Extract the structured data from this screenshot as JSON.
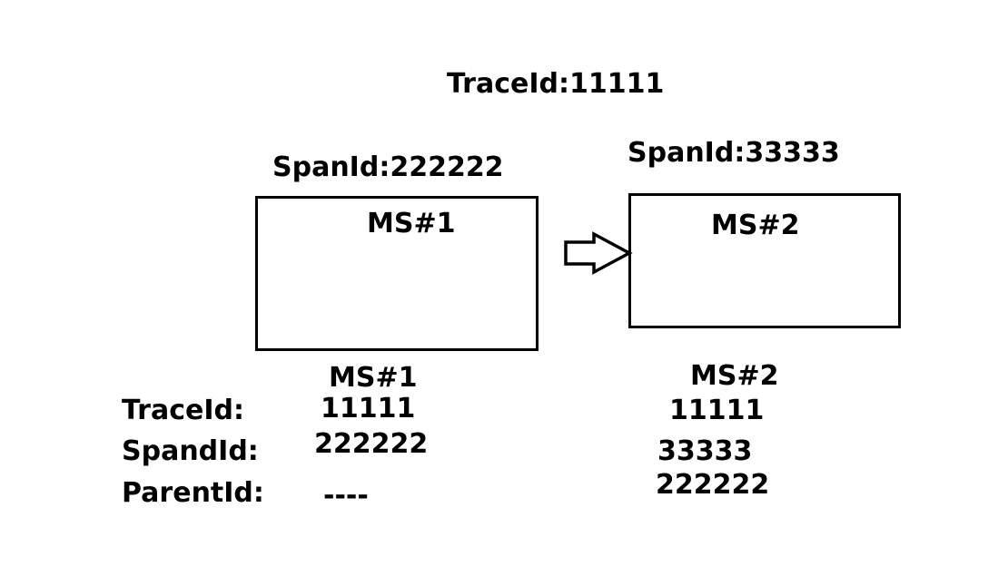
{
  "trace_title": "TraceId:11111",
  "ms1": {
    "span_label": "SpanId:222222",
    "box_label": "MS#1",
    "table_header": "MS#1",
    "trace_value": "11111",
    "span_value": "222222",
    "parent_value": "----"
  },
  "ms2": {
    "span_label": "SpanId:33333",
    "box_label": "MS#2",
    "table_header": "MS#2",
    "trace_value": "11111",
    "span_value": "33333",
    "parent_value": "222222"
  },
  "row_labels": {
    "trace": "TraceId:",
    "span": "SpandId:",
    "parent": "ParentId:"
  },
  "arrow": {
    "direction": "right",
    "style": "hollow-outline"
  },
  "colors": {
    "stroke": "#000000",
    "background": "#ffffff"
  }
}
